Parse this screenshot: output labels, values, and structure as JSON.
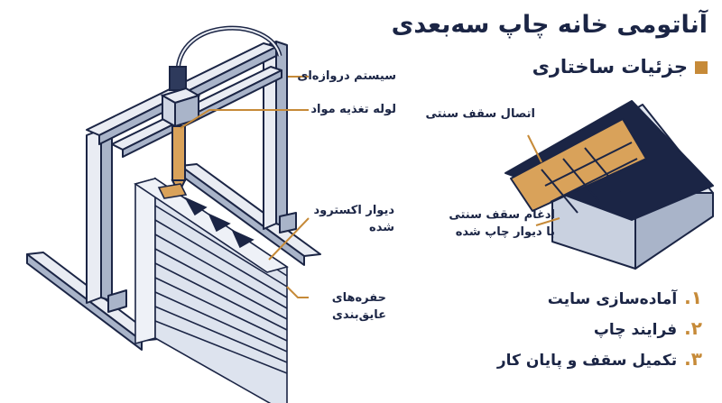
{
  "header": {
    "title": "آناتومی خانه چاپ سه‌بعدی",
    "subtitle": "جزئیات ساختاری"
  },
  "labels": {
    "gantry": "سیستم دروازه‌ای",
    "feed_tube": "لوله تغذیه مواد",
    "wall_line1": "دیوار اکسترود",
    "wall_line2": "شده",
    "cavities_line1": "حفره‌های",
    "cavities_line2": "عایق‌بندی",
    "roof_connection": "اتصال سقف سنتی",
    "roof_integration_line1": "ادغام سقف سنتی",
    "roof_integration_line2": "با دیوار چاپ شده"
  },
  "steps": [
    {
      "num": "۱.",
      "text": "آماده‌سازی سایت"
    },
    {
      "num": "۲.",
      "text": "فرایند چاپ"
    },
    {
      "num": "۳.",
      "text": "تکمیل سقف و پایان کار"
    }
  ],
  "colors": {
    "navy": "#1b2545",
    "accent": "#c68a38",
    "wood": "#d9a25a",
    "frame": "#e9ecf3",
    "wall": "#dde3ee"
  }
}
